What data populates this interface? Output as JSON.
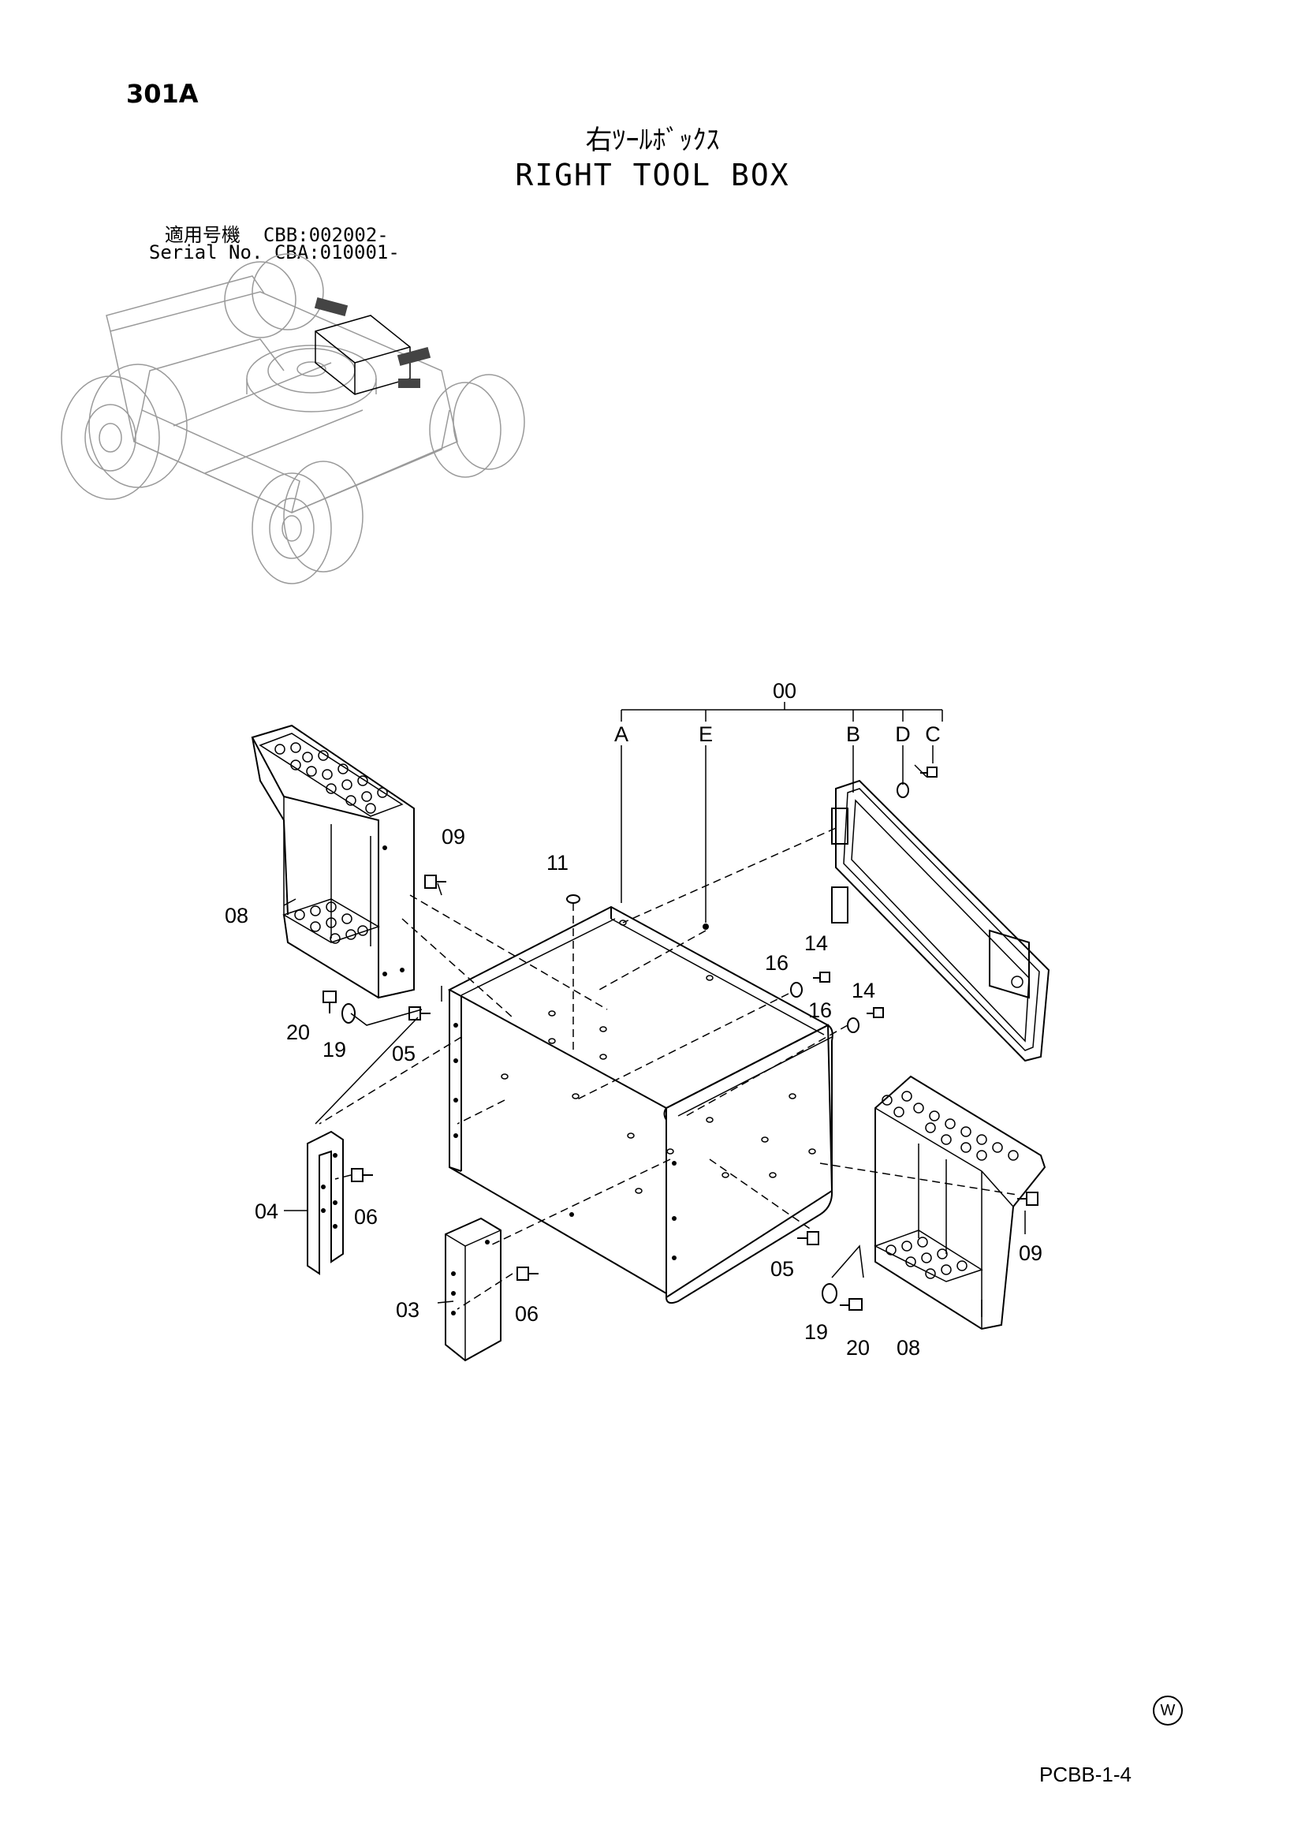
{
  "page_code": "301A",
  "title_jp": "右ﾂｰﾙﾎﾞｯｸｽ",
  "title_en": "RIGHT TOOL BOX",
  "serial": {
    "line1_label": "適用号機",
    "line1_value": "CBB:002002-",
    "line2_label": "Serial No.",
    "line2_value": "CBA:010001-"
  },
  "callouts": {
    "c00": "00",
    "cA": "A",
    "cE": "E",
    "cB": "B",
    "cD": "D",
    "cC": "C",
    "c09a": "09",
    "c11": "11",
    "c08a": "08",
    "c14a": "14",
    "c16a": "16",
    "c14b": "14",
    "c16b": "16",
    "c20a": "20",
    "c19a": "19",
    "c05a": "05",
    "c04": "04",
    "c06a": "06",
    "c03": "03",
    "c06b": "06",
    "c05b": "05",
    "c09b": "09",
    "c19b": "19",
    "c20b": "20",
    "c08b": "08"
  },
  "footer_code": "PCBB-1-4",
  "watermark_symbol": "W"
}
